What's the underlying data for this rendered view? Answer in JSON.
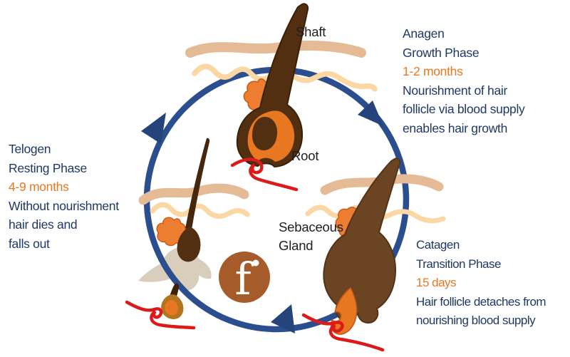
{
  "diagram": {
    "title_hint": "Hair growth cycle diagram",
    "phases": [
      {
        "name": "Anagen",
        "stage": "Growth Phase",
        "duration": "1-2 months",
        "desc": [
          "Nourishment of hair",
          "follicle via blood supply",
          "enables hair growth"
        ]
      },
      {
        "name": "Catagen",
        "stage": "Transition Phase",
        "duration": "15 days",
        "desc": [
          "Hair follicle detaches from",
          "nourishing blood supply"
        ]
      },
      {
        "name": "Telogen",
        "stage": "Resting Phase",
        "duration": "4-9 months",
        "desc": [
          "Without nourishment",
          "hair dies and",
          "falls out"
        ]
      }
    ],
    "labels": {
      "shaft": "Shaft",
      "root": "Root",
      "sebaceous_line1": "Sebaceous",
      "sebaceous_line2": "Gland"
    },
    "logo": {
      "letter": "f"
    },
    "colors": {
      "navy_text": "#1F3864",
      "orange_text": "#E87722",
      "circle_blue": "#2B4E8F",
      "arrow_blue": "#25447C",
      "skin_tan": "#E5BB96",
      "skin_cream": "#FAD7A3",
      "gland_orange": "#ED7D31",
      "gland_outline": "#C55A11",
      "hair_dark_brown": "#532F12",
      "root_mid_brown": "#6B4423",
      "club_taupe": "#D9CDBC",
      "bulb_amber": "#B3741F",
      "vessel_red": "#DD1A1A",
      "logo_brown": "#A65B2A",
      "label_black": "#1F1F1F"
    }
  }
}
